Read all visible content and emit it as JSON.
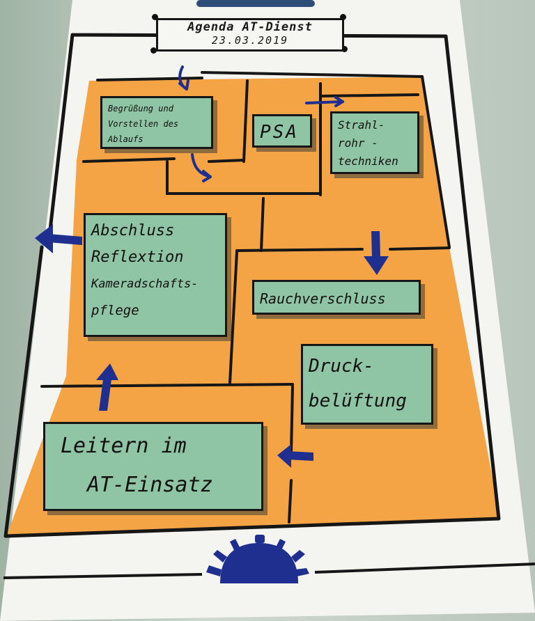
{
  "title": "Agenda AT-Dienst",
  "date": "23.03.2019",
  "colors": {
    "paper": "#f4f4f1",
    "orange": "#f4a445",
    "card_green": "#8fc4a4",
    "marker_black": "#161616",
    "arrow_blue": "#1e2f8f"
  },
  "cards": {
    "begruessung": [
      "Begrüßung und",
      "Vorstellen des",
      "Ablaufs"
    ],
    "psa": [
      "PSA"
    ],
    "strahlrohr": [
      "Strahl-",
      "rohr -",
      "techniken"
    ],
    "abschluss": [
      "Abschluss",
      "Reflextion",
      "Kameradschafts-",
      "pflege"
    ],
    "rauchverschluss": [
      "Rauchverschluss"
    ],
    "druck": [
      "Druck-",
      "belüftung"
    ],
    "leitern": [
      "Leitern im",
      "AT-Einsatz"
    ]
  },
  "icons": {
    "siren": "blue-light-siren-icon",
    "arrow": "blue-arrow-icon"
  }
}
